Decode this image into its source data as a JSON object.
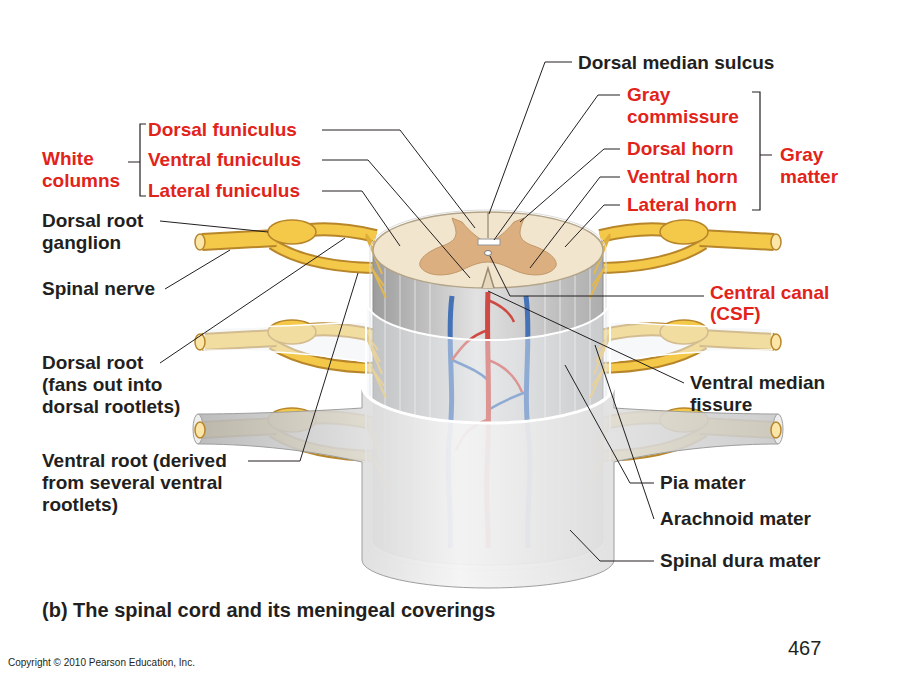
{
  "diagram": {
    "caption": "(b) The spinal cord and its meningeal coverings",
    "labels": [
      "Dorsal median sulcus",
      "Gray commissure",
      "Dorsal horn",
      "Ventral horn",
      "Lateral horn",
      "Gray matter",
      "White columns",
      "Dorsal funiculus",
      "Ventral funiculus",
      "Lateral funiculus",
      "Dorsal root ganglion",
      "Spinal nerve",
      "Central canal (CSF)",
      "Dorsal root (fans out into dorsal rootlets)",
      "Ventral median fissure",
      "Ventral root (derived from several ventral rootlets)",
      "Pia mater",
      "Arachnoid mater",
      "Spinal dura mater",
      "467",
      "Copyright © 2010 Pearson Education, Inc."
    ]
  }
}
